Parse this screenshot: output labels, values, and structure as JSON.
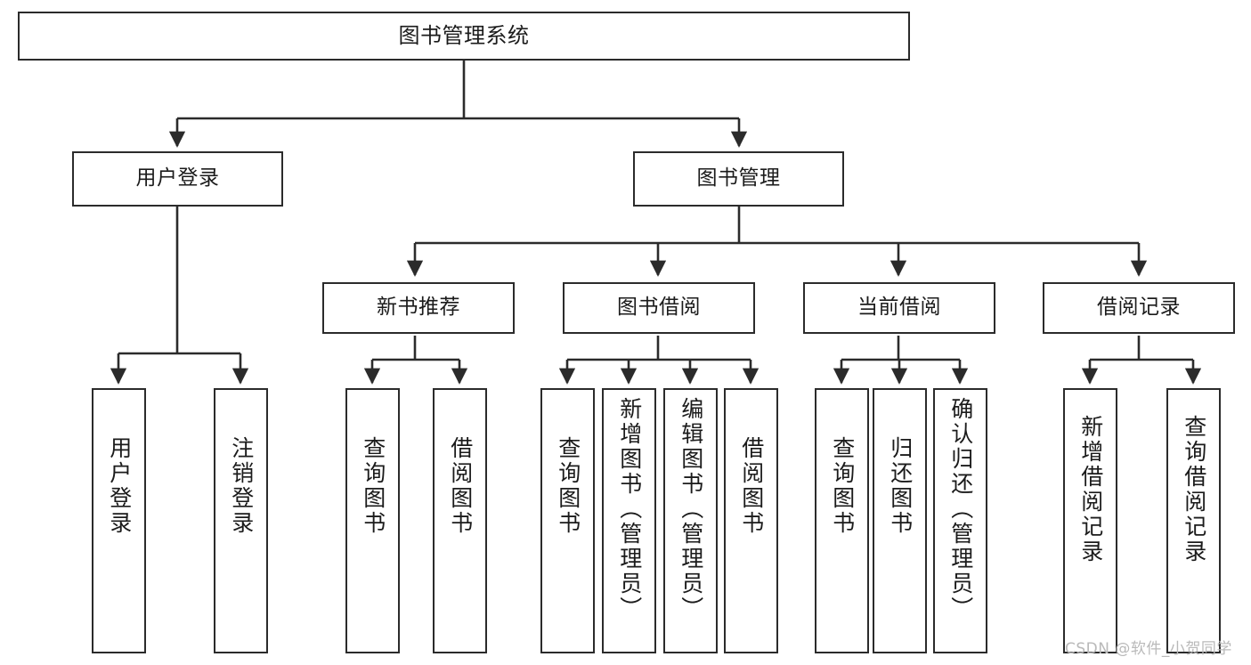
{
  "diagram": {
    "type": "hierarchy-tree",
    "title": "图书管理系统",
    "levels": 4,
    "nodes": {
      "root": {
        "label": "图书管理系统",
        "level": 1
      },
      "user_login": {
        "label": "用户登录",
        "level": 2
      },
      "book_manage": {
        "label": "图书管理",
        "level": 2
      },
      "new_book_rec": {
        "label": "新书推荐",
        "level": 3
      },
      "book_borrow": {
        "label": "图书借阅",
        "level": 3
      },
      "current_borrow": {
        "label": "当前借阅",
        "level": 3
      },
      "borrow_record": {
        "label": "借阅记录",
        "level": 3
      },
      "leaf_user_login": {
        "label": "用户登录",
        "level": 4
      },
      "leaf_logout": {
        "label": "注销登录",
        "level": 4
      },
      "leaf_query_book_1": {
        "label": "查询图书",
        "level": 4
      },
      "leaf_borrow_book_1": {
        "label": "借阅图书",
        "level": 4
      },
      "leaf_query_book_2": {
        "label": "查询图书",
        "level": 4
      },
      "leaf_add_book": {
        "label": "新增图书（管理员）",
        "level": 4
      },
      "leaf_edit_book": {
        "label": "编辑图书（管理员）",
        "level": 4
      },
      "leaf_borrow_book_2": {
        "label": "借阅图书",
        "level": 4
      },
      "leaf_query_book_3": {
        "label": "查询图书",
        "level": 4
      },
      "leaf_return_book": {
        "label": "归还图书",
        "level": 4
      },
      "leaf_confirm_return": {
        "label": "确认归还（管理员）",
        "level": 4
      },
      "leaf_add_record": {
        "label": "新增借阅记录",
        "level": 4
      },
      "leaf_query_record": {
        "label": "查询借阅记录",
        "level": 4
      }
    },
    "colors": {
      "stroke": "#2b2b2b",
      "fill": "#ffffff",
      "text": "#1b1b1b",
      "watermark": "#b9b9b9"
    }
  },
  "watermark": {
    "text": "CSDN @软件_小贺同学"
  }
}
